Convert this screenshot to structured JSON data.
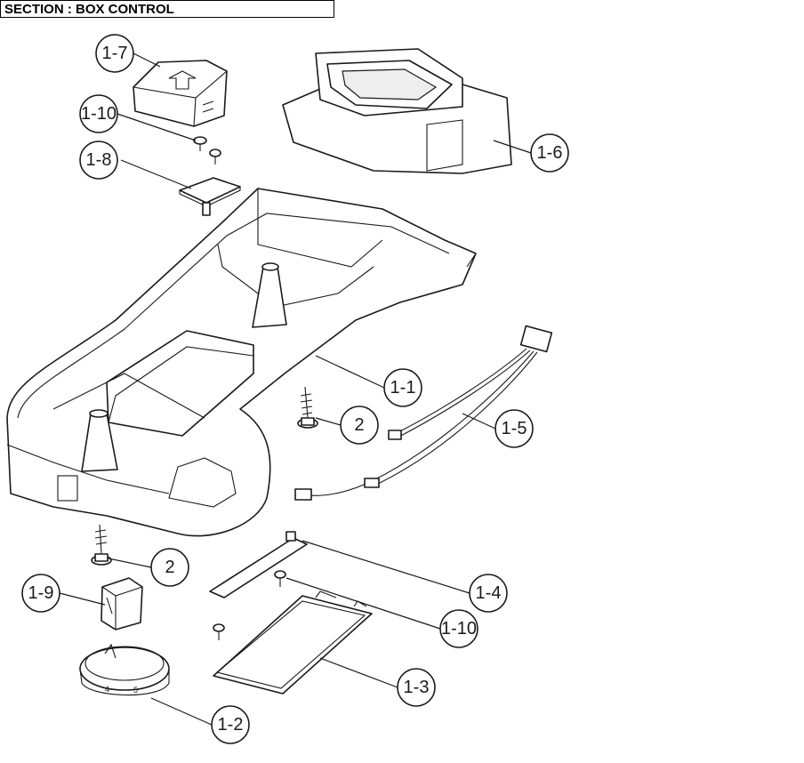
{
  "header": {
    "title": "SECTION : BOX CONTROL"
  },
  "callouts": [
    {
      "label": "1-7",
      "part": "control-cover"
    },
    {
      "label": "1-10",
      "part": "screw-top"
    },
    {
      "label": "1-8",
      "part": "pcb-board"
    },
    {
      "label": "1-6",
      "part": "top-cover-assembly"
    },
    {
      "label": "1-1",
      "part": "box-control-body"
    },
    {
      "label": "2",
      "part": "screw-upper"
    },
    {
      "label": "1-5",
      "part": "wire-harness"
    },
    {
      "label": "2",
      "part": "screw-lower"
    },
    {
      "label": "1-4",
      "part": "sensor-plate"
    },
    {
      "label": "1-9",
      "part": "switch"
    },
    {
      "label": "1-10",
      "part": "screw-lower-cover"
    },
    {
      "label": "1-3",
      "part": "bottom-cover"
    },
    {
      "label": "1-2",
      "part": "knob-ring"
    }
  ],
  "knob_marks": [
    "4",
    "5"
  ]
}
